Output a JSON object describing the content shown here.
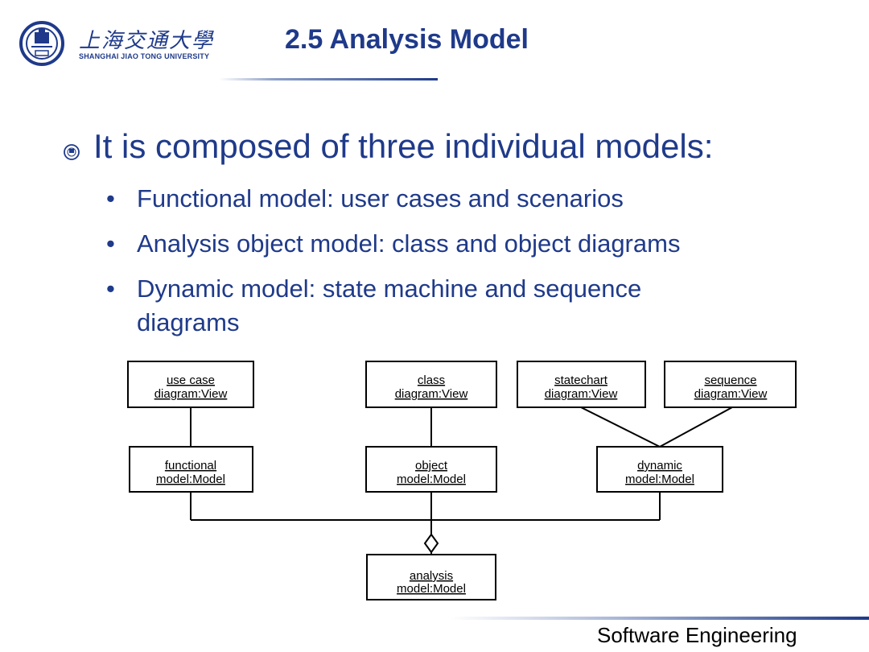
{
  "header": {
    "logo_cn": "上海交通大學",
    "logo_en": "SHANGHAI JIAO TONG UNIVERSITY",
    "title": "2.5 Analysis Model"
  },
  "main_bullet": "It is composed of three individual models:",
  "sub_bullets": [
    "Functional model: user cases and scenarios",
    "Analysis object model: class and object diagrams",
    "Dynamic model: state machine and sequence",
    "diagrams"
  ],
  "diagram": {
    "use_case_view": [
      "use case",
      "diagram:View"
    ],
    "class_view": [
      "class",
      "diagram:View"
    ],
    "statechart_view": [
      "statechart",
      "diagram:View"
    ],
    "sequence_view": [
      "sequence",
      "diagram:View"
    ],
    "functional_model": [
      "functional",
      "model:Model"
    ],
    "object_model": [
      "object",
      "model:Model"
    ],
    "dynamic_model": [
      "dynamic",
      "model:Model"
    ],
    "analysis_model": [
      "analysis",
      "model:Model"
    ]
  },
  "footer": "Software Engineering",
  "colors": {
    "primary": "#1f3a8a",
    "text": "#000000"
  }
}
